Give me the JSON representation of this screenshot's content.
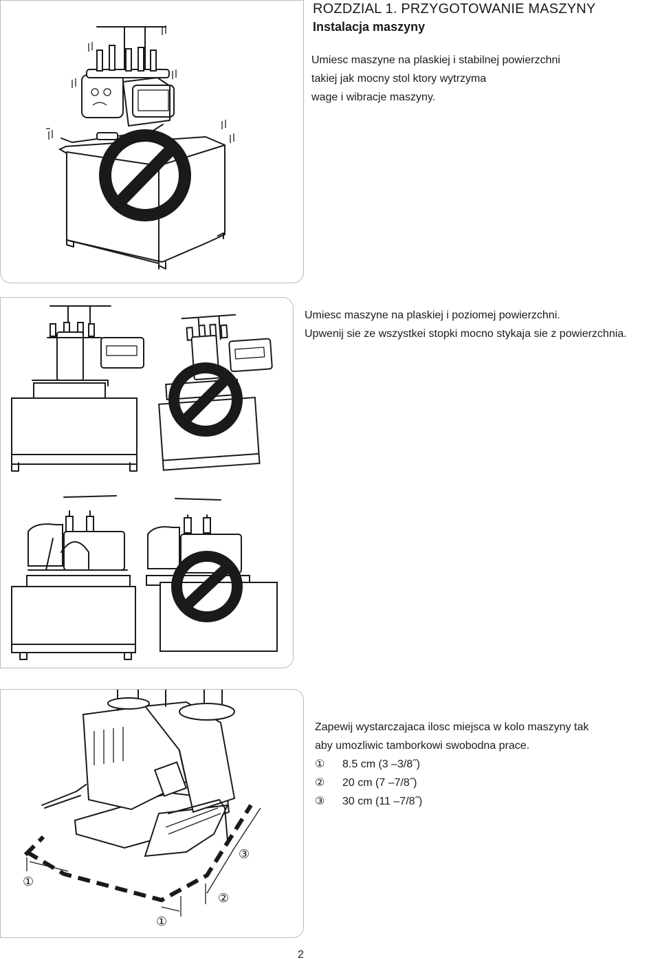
{
  "header": {
    "chapter": "ROZDZIAL 1. PRZYGOTOWANIE MASZYNY",
    "section": "Instalacja maszyny"
  },
  "panel1": {
    "lines": [
      "Umiesc maszyne na plaskiej i stabilnej powierzchni",
      "takiej jak mocny stol ktory wytrzyma",
      "wage i wibracje maszyny."
    ]
  },
  "panel2": {
    "lines": [
      "Umiesc maszyne na plaskiej i poziomej powierzchni.",
      "Upwenij sie ze wszystkei stopki mocno stykaja sie z powierzchnia."
    ]
  },
  "panel3": {
    "lines": [
      "Zapewij wystarczajaca ilosc miejsca w kolo maszyny tak",
      "aby umozliwic tamborkowi swobodna prace."
    ],
    "items": [
      {
        "mark": "①",
        "text": "8.5 cm (3 –3/8˝)"
      },
      {
        "mark": "②",
        "text": "20 cm (7 –7/8˝)"
      },
      {
        "mark": "③",
        "text": "30 cm (11 –7/8˝)"
      }
    ],
    "callouts": [
      "①",
      "①",
      "②",
      "③"
    ]
  },
  "footer": {
    "page": "2"
  },
  "icons": [
    "prohibited-icon",
    "embroidery-machine-illustration",
    "table-illustration"
  ]
}
